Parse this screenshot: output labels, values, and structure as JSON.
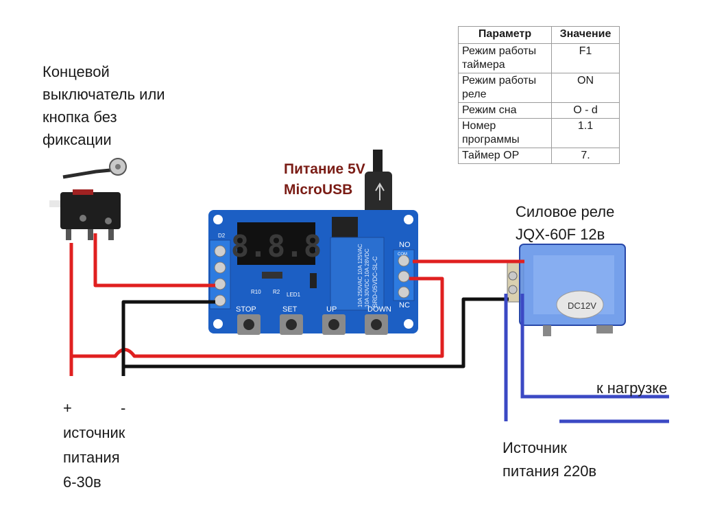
{
  "labels": {
    "limit_switch": [
      "Концевой",
      "выключатель или",
      "кнопка без",
      "фиксации"
    ],
    "usb_power": [
      "Питание 5V",
      "MicroUSB"
    ],
    "relay": [
      "Силовое реле",
      "JQX-60F 12в"
    ],
    "to_load": "к нагрузке",
    "source_220": [
      "Источник",
      "питания 220в"
    ],
    "source_dc_plus": "+",
    "source_dc_minus": "-",
    "source_dc": [
      "источник",
      "питания",
      "6-30в"
    ]
  },
  "params_table": {
    "headers": [
      "Параметр",
      "Значение"
    ],
    "rows": [
      [
        "Режим работы таймера",
        "F1"
      ],
      [
        "Режим работы реле",
        "ON"
      ],
      [
        "Режим сна",
        "O - d"
      ],
      [
        "Номер программы",
        "1.1"
      ],
      [
        "Таймер OP",
        "7."
      ]
    ]
  },
  "board": {
    "display": "8.8.8",
    "terminal_labels": [
      "NO",
      "COM",
      "NC"
    ],
    "button_labels": [
      "STOP",
      "SET",
      "UP",
      "DOWN"
    ],
    "relay_text": [
      "10A 250VAC 10A 125VAC",
      "10A 30VDC 10A 28VDC",
      "SRD-05VDC-SL-C"
    ],
    "marks": [
      "D2",
      "R10",
      "R2",
      "LED1"
    ]
  },
  "power_relay": {
    "coil_text": "DC12V"
  },
  "colors": {
    "wire_positive": "#e02020",
    "wire_negative": "#111111",
    "wire_ac": "#3b49c4",
    "board": "#1c5fc4",
    "usb_label": "#7a1c15",
    "relay_body": "#2a6fd0"
  }
}
